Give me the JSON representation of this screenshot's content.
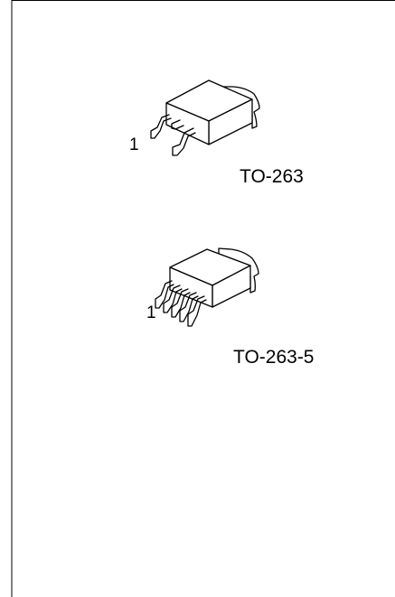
{
  "packages": [
    {
      "name": "TO-263",
      "pin_label": "1"
    },
    {
      "name": "TO-263-5",
      "pin_label": "1"
    }
  ],
  "colors": {
    "line": "#000000",
    "background": "#ffffff"
  }
}
